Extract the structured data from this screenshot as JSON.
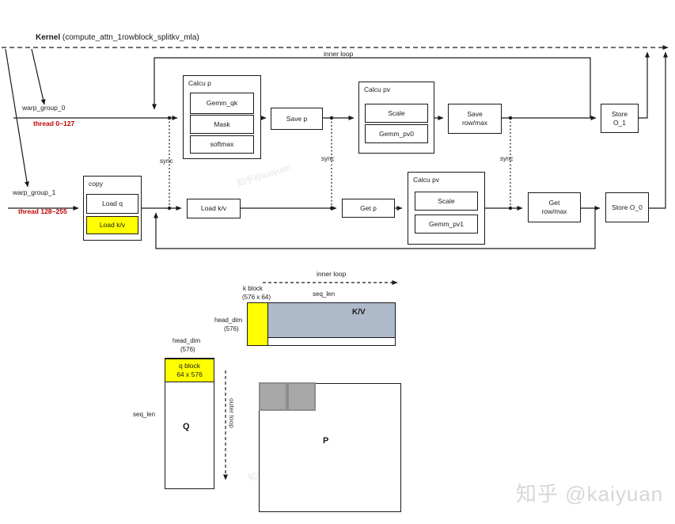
{
  "kernel_header": {
    "bold": "Kernel",
    "detail": "(compute_attn_1rowblock_splitkv_mla)"
  },
  "flow": {
    "inner_loop_label": "inner loop",
    "sync_label": "sync",
    "warp0": {
      "group_label": "warp_group_0",
      "thread_label": "thread 0~127",
      "calcu_p": {
        "title": "Calcu p",
        "steps": [
          "Gemm_qk",
          "Mask",
          "softmax"
        ]
      },
      "save_p": "Save p",
      "calcu_pv": {
        "title": "Calcu pv",
        "steps": [
          "Scale",
          "Gemm_pv0"
        ]
      },
      "save_rowmax": {
        "line1": "Save",
        "line2": "row/max"
      },
      "store": {
        "line1": "Store",
        "line2": "O_1"
      }
    },
    "warp1": {
      "group_label": "warp_group_1",
      "thread_label": "thread 128~255",
      "copy": {
        "title": "copy",
        "steps": [
          "Load q",
          "Load k/v"
        ]
      },
      "load_kv": "Load k/v",
      "get_p": "Get p",
      "calcu_pv": {
        "title": "Calcu pv",
        "steps": [
          "Scale",
          "Gemm_pv1"
        ]
      },
      "get_rowmax": {
        "line1": "Get",
        "line2": "row/max"
      },
      "store": "Store O_0"
    }
  },
  "matrices": {
    "inner_loop_label": "inner loop",
    "outer_loop_label": "outer loop",
    "kv": {
      "k_block_label": "k block",
      "k_block_size": "(576 x 64)",
      "seq_len": "seq_len",
      "head_dim": "head_dim",
      "head_dim_size": "(576)",
      "name": "K/V"
    },
    "q": {
      "head_dim": "head_dim",
      "head_dim_size": "(576)",
      "block_line1": "q block",
      "block_line2": "64 x 576",
      "seq_len": "seq_len",
      "name": "Q"
    },
    "p": {
      "name": "P"
    }
  },
  "watermark": {
    "main": "知乎 @kaiyuan",
    "faint": "知乎@kaiyuan"
  },
  "colors": {
    "highlight": "#ffff00",
    "kv_fill": "#aeb9c9",
    "p_block_fill": "#a8a8a8",
    "thread_text": "#c00000",
    "line": "#1a1a1a"
  }
}
